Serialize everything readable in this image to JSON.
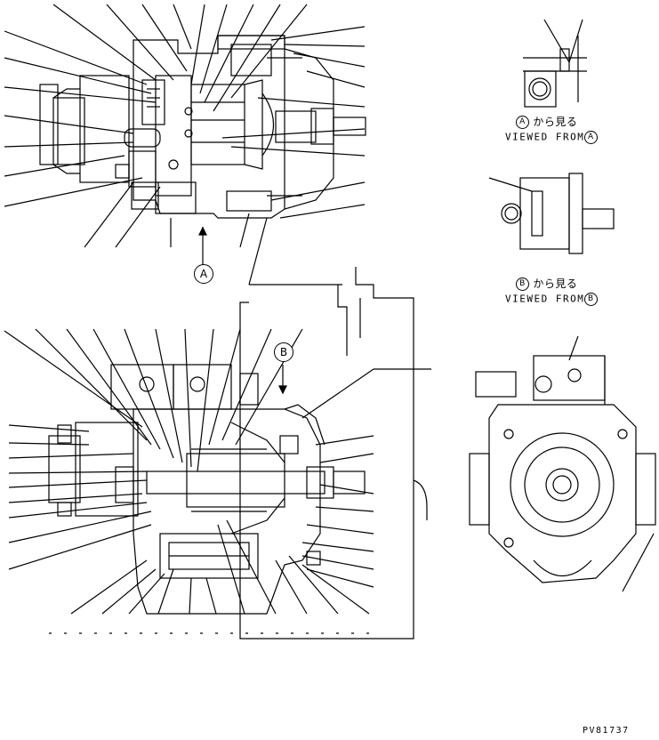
{
  "view_a": {
    "marker": "A",
    "jp": "から見る",
    "en": "VIEWED FROM"
  },
  "view_b": {
    "marker": "B",
    "jp": "から見る",
    "en": "VIEWED FROM"
  },
  "callout_a": "A",
  "callout_b": "B",
  "drawing_code": "PV81737",
  "colors": {
    "line": "#000000",
    "background": "#ffffff"
  }
}
